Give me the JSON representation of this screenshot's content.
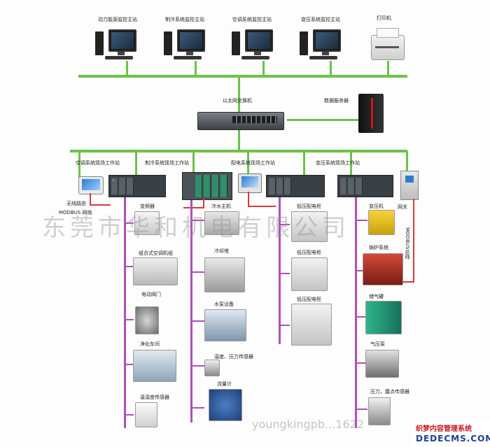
{
  "top_stations": [
    {
      "label": "动力能源监控主站"
    },
    {
      "label": "制冷系统监控主站"
    },
    {
      "label": "空调系统监控主站"
    },
    {
      "label": "变压系统监控主站"
    }
  ],
  "printer_label": "打印机",
  "switch_label": "以太网交换机",
  "server_label": "数据服务器",
  "field_stations": {
    "ac": "空调系统现场工作站",
    "refrig": "制冷系统现场工作站",
    "power": "配电系统现场工作站",
    "transformer": "变压系统现场工作站"
  },
  "wireless_router": "无线路由",
  "modbus_gateway": "MODBUS 网络",
  "modbus_vertical": "MODBUS总线",
  "gateway": "网关",
  "col1": [
    "变频器",
    "组合式空调机组",
    "电动阀门",
    "净化车间",
    "温湿度传感器"
  ],
  "col2": [
    "冷水主机",
    "冷却塔",
    "水泵设备",
    "温度、压力传感器",
    "流量计"
  ],
  "col3": [
    "低压配电柜",
    "低压配电柜",
    "低压配电柜"
  ],
  "col4": [
    "变压机",
    "锅炉系统",
    "储气罐",
    "气压泵",
    "压力、露点传感器"
  ],
  "watermark": "东莞市华和机电有限公司",
  "watermark_url": "youngkingpb...1622",
  "corner": {
    "line1": "织梦内容管理系统",
    "line2": "DEDECMS.COM"
  },
  "colors": {
    "ethernet": "#6cc24a",
    "modbus": "#d63a3a",
    "field_bus": "#b04fb8"
  }
}
